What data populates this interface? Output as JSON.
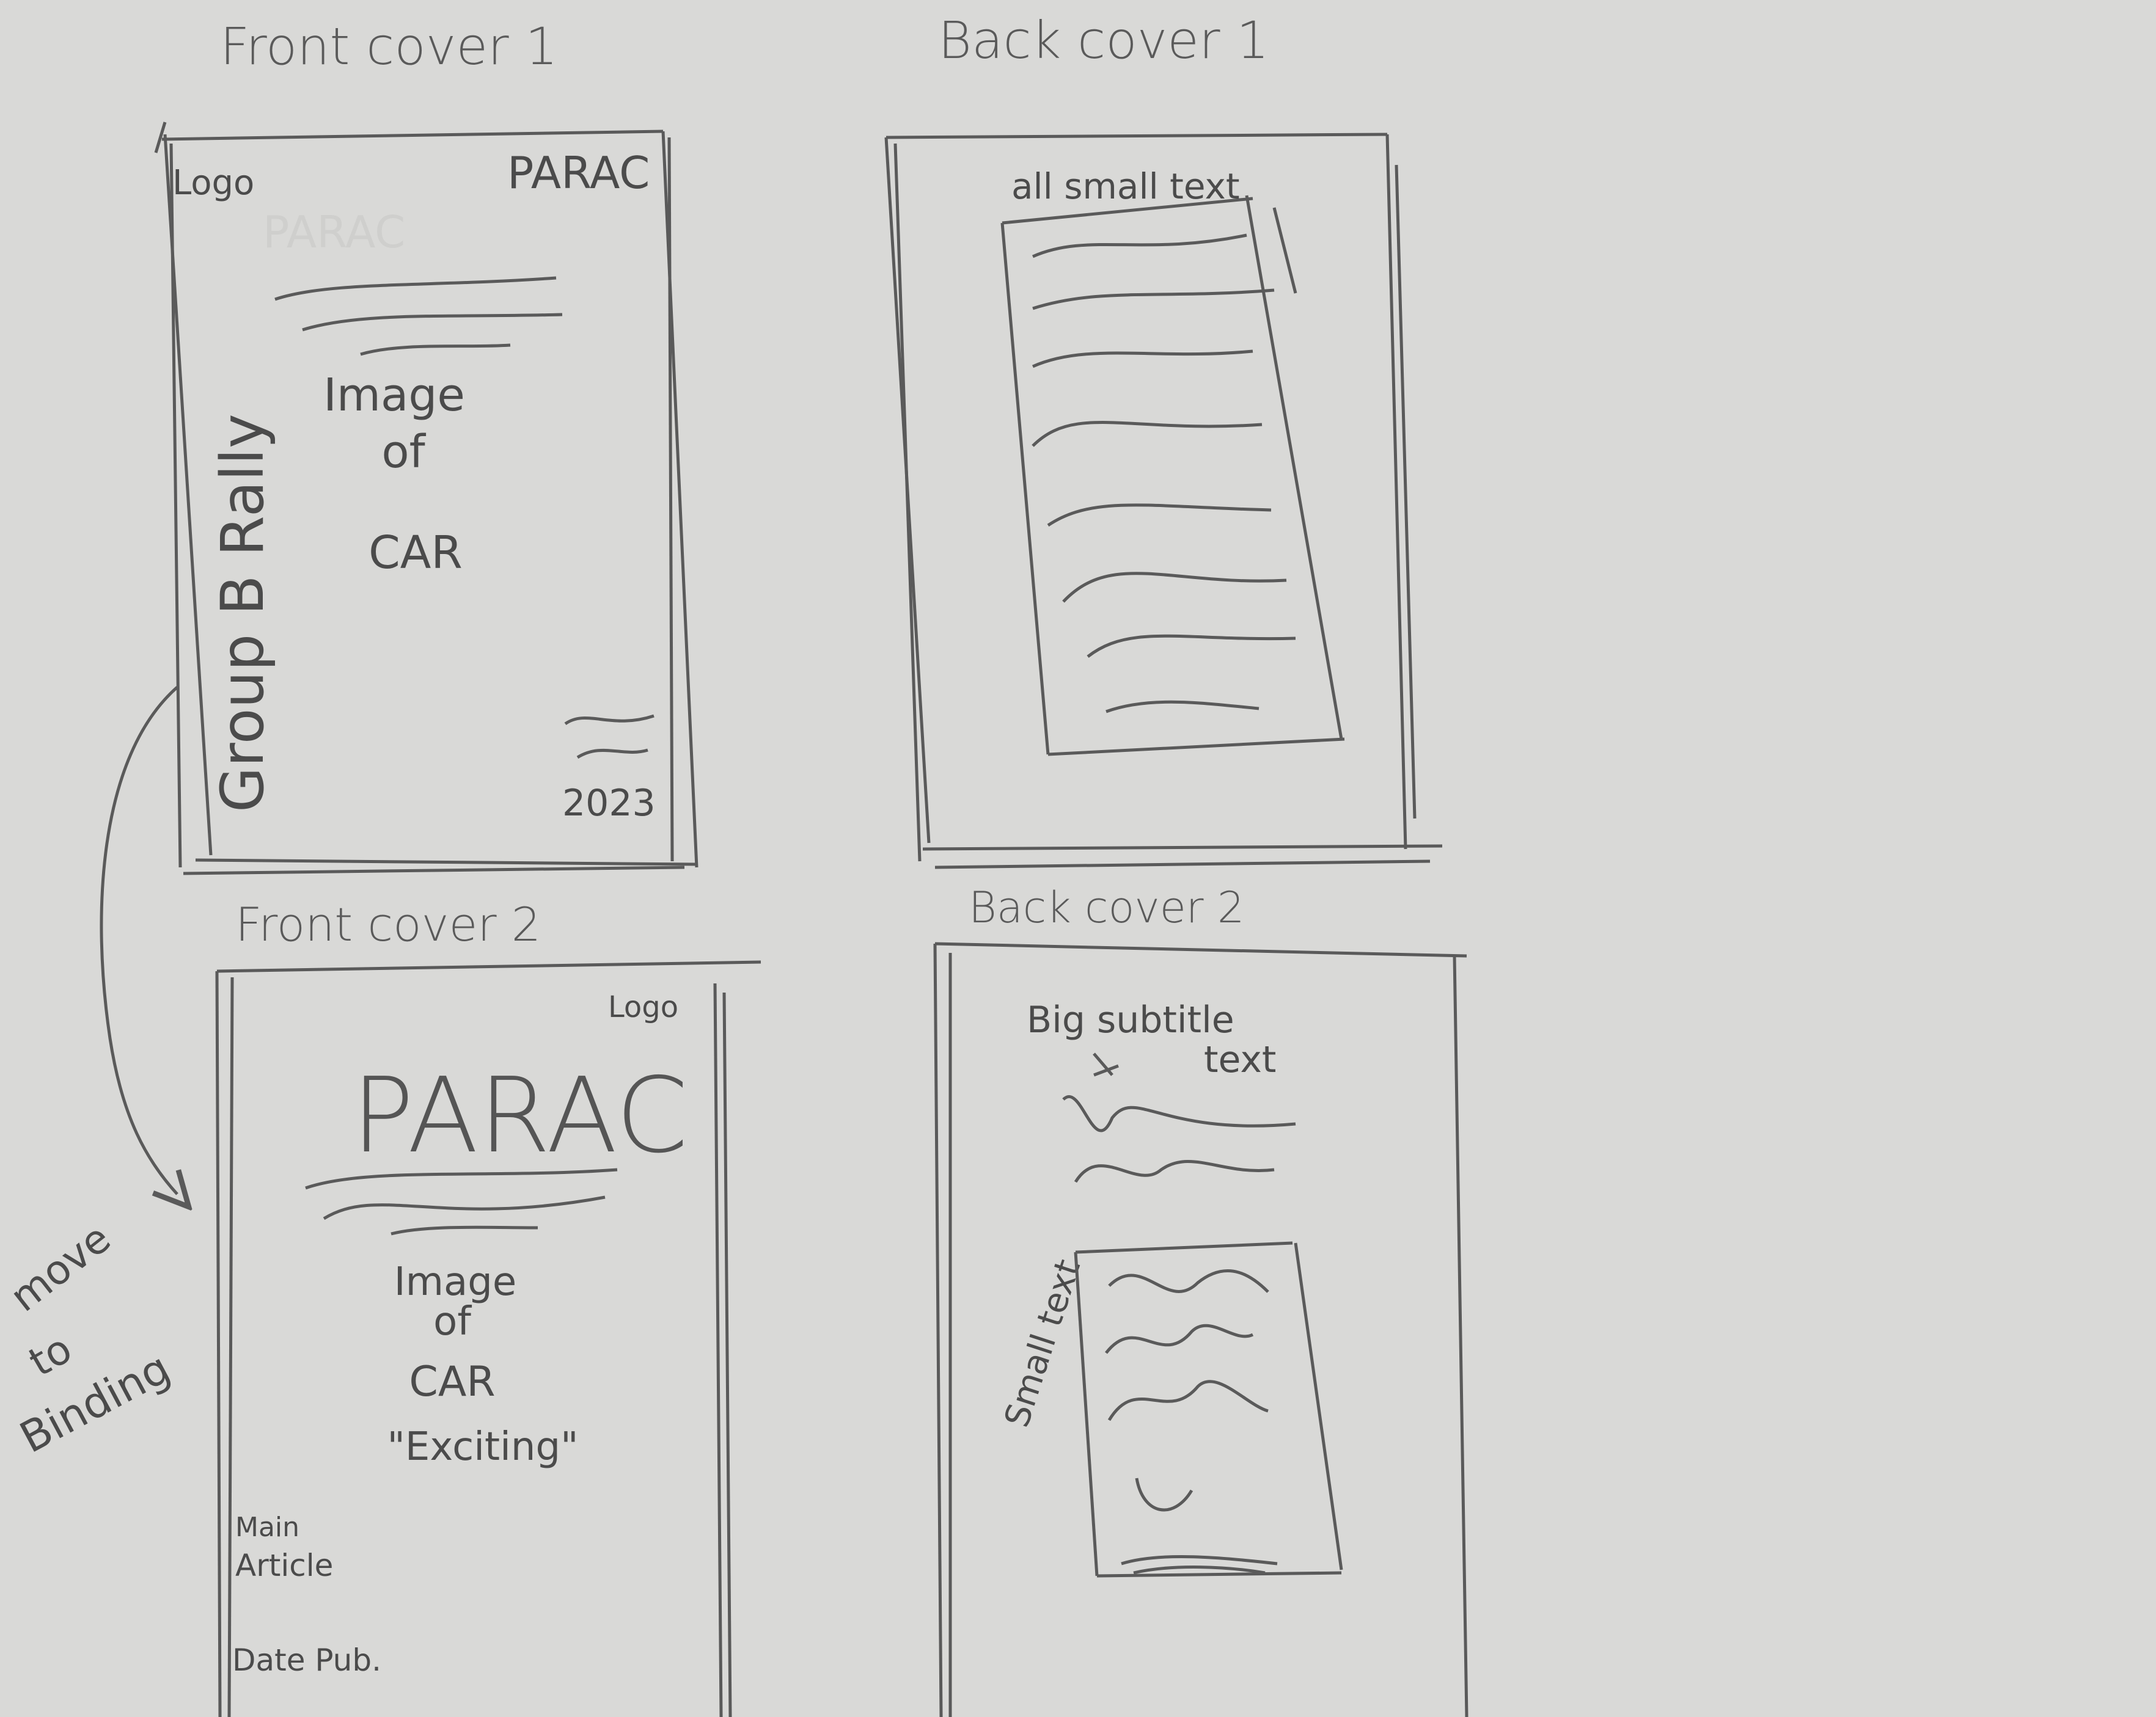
{
  "colors": {
    "paper": "#d9d9d7",
    "pencil": "#5a5a5a",
    "pencil_light": "#7a7a7a"
  },
  "front_cover_1": {
    "heading": "Front cover 1",
    "logo": "Logo",
    "brand": "PARAC",
    "vertical_title": "Group B Rally",
    "image_line1": "Image",
    "image_line2": "of",
    "image_line3": "CAR",
    "year": "2023"
  },
  "back_cover_1": {
    "heading": "Back cover 1",
    "note": "all small text"
  },
  "front_cover_2": {
    "heading": "Front cover 2",
    "logo": "Logo",
    "brand": "PARAC",
    "image_line1": "Image",
    "image_line2": "of",
    "image_line3": "CAR",
    "tagline": "\"Exciting\"",
    "main_article_line1": "Main",
    "main_article_line2": "Article",
    "date": "Date Pub."
  },
  "back_cover_2": {
    "heading": "Back cover 2",
    "note_line1": "Big subtitle",
    "note_line2": "text",
    "side_note": "Small text"
  },
  "side_annotation": {
    "line1": "move",
    "line2": "to",
    "line3": "Binding"
  }
}
